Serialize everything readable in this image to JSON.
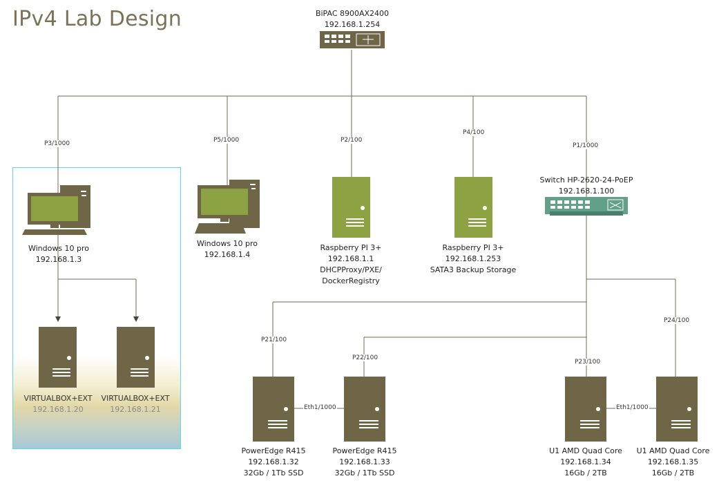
{
  "title": "IPv4 Lab Design",
  "router": {
    "name": "BiPAC 8900AX2400",
    "ip": "192.168.1.254"
  },
  "switch": {
    "name": "Switch HP-2620-24-PoEP",
    "ip": "192.168.1.100"
  },
  "ports": {
    "p3": "P3/1000",
    "p5": "P5/1000",
    "p2": "P2/100",
    "p4": "P4/100",
    "p1": "P1/1000",
    "p21": "P21/100",
    "p22": "P22/100",
    "p23": "P23/100",
    "p24": "P24/100",
    "eth1a": "Eth1/1000",
    "eth1b": "Eth1/1000"
  },
  "pc1": {
    "name": "Windows 10 pro",
    "ip": "192.168.1.3"
  },
  "pc2": {
    "name": "Windows 10 pro",
    "ip": "192.168.1.4"
  },
  "rpi1": {
    "name": "Raspberry PI 3+",
    "ip": "192.168.1.1",
    "role1": "DHCPProxy/PXE/",
    "role2": "DockerRegistry"
  },
  "rpi2": {
    "name": "Raspberry PI 3+",
    "ip": "192.168.1.253",
    "role1": "SATA3 Backup Storage"
  },
  "vm1": {
    "name": "VIRTUALBOX+EXT",
    "ip": "192.168.1.20"
  },
  "vm2": {
    "name": "VIRTUALBOX+EXT",
    "ip": "192.168.1.21"
  },
  "srv1": {
    "name": "PowerEdge R415",
    "ip": "192.168.1.32",
    "spec": "32Gb / 1Tb SSD"
  },
  "srv2": {
    "name": "PowerEdge R415",
    "ip": "192.168.1.33",
    "spec": "32Gb / 1Tb SSD"
  },
  "srv3": {
    "name": "U1 AMD Quad Core",
    "ip": "192.168.1.34",
    "spec": "16Gb / 2TB"
  },
  "srv4": {
    "name": "U1 AMD Quad Core",
    "ip": "192.168.1.35",
    "spec": "16Gb / 2TB"
  },
  "colors": {
    "olive": "#6f6647",
    "green": "#8da243",
    "teal": "#62a08a",
    "cyan_border": "#5fd9e8",
    "line": "#6f6a55"
  }
}
